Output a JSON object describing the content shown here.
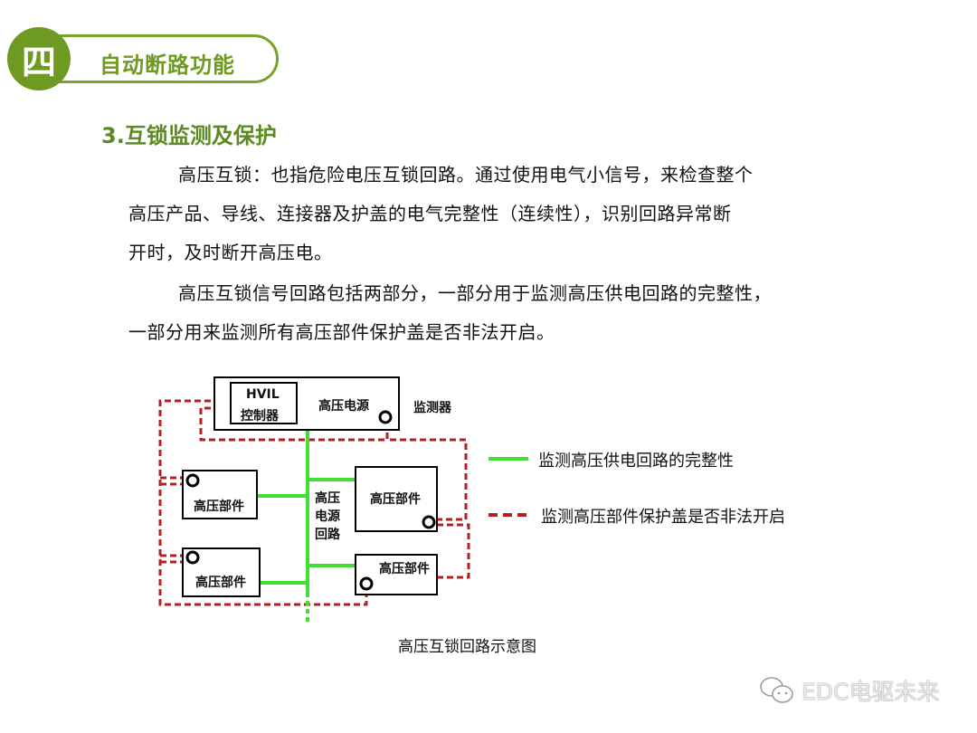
{
  "header": {
    "badge": "四",
    "title": "自动断路功能",
    "accent_color": "#6e9a22"
  },
  "section": {
    "title": "3.互锁监测及保护"
  },
  "paragraphs": [
    {
      "lines": [
        "高压互锁：也指危险电压互锁回路。通过使用电气小信号，来检查整个",
        "高压产品、导线、连接器及护盖的电气完整性（连续性），识别回路异常断",
        "开时，及时断开高压电。"
      ]
    },
    {
      "lines": [
        "高压互锁信号回路包括两部分，一部分用于监测高压供电回路的完整性，",
        "一部分用来监测所有高压部件保护盖是否非法开启。"
      ]
    }
  ],
  "diagram": {
    "hvil_line1": "HVIL",
    "hvil_line2": "控制器",
    "power_source": "高压电源",
    "monitor": "监测器",
    "component": "高压部件",
    "bus_label": [
      "高压",
      "电源",
      "回路"
    ],
    "legend": [
      {
        "style": "solid",
        "color": "#44dd33",
        "label": "监测高压供电回路的完整性"
      },
      {
        "style": "dashed",
        "color": "#b22222",
        "label": "监测高压部件保护盖是否非法开启"
      }
    ],
    "caption": "高压互锁回路示意图"
  },
  "watermark": {
    "icon": "wechat-icon",
    "text": "EDC电驱未来"
  }
}
